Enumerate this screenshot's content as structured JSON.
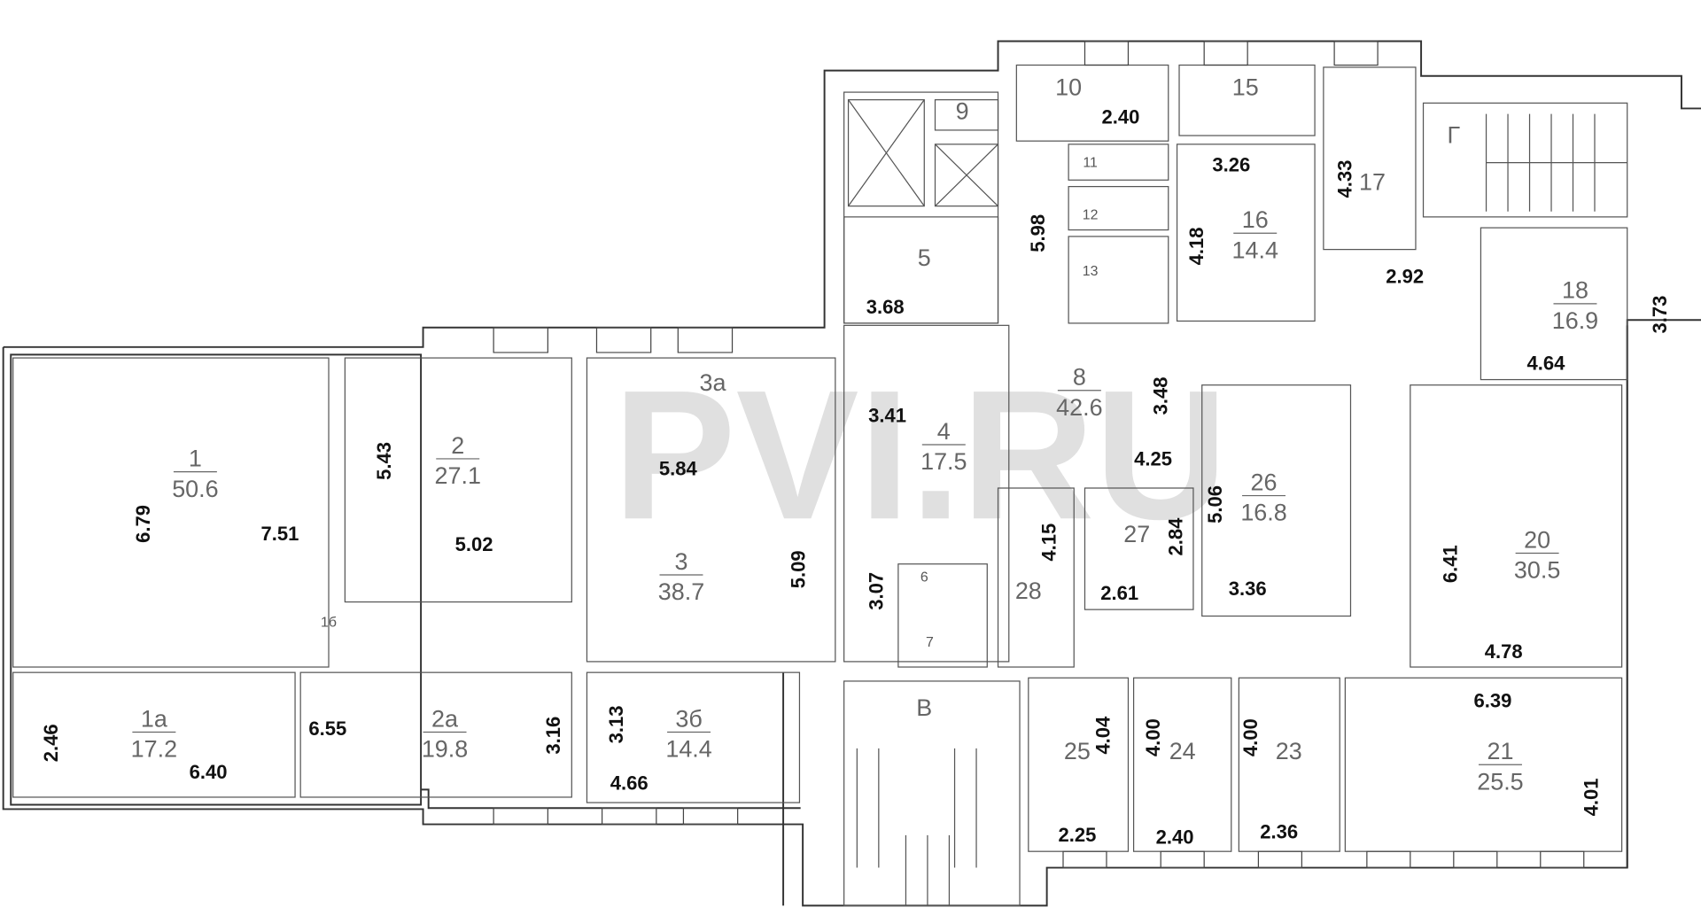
{
  "watermark": "PVI.RU",
  "rooms": [
    {
      "number": "1",
      "area": "50.6"
    },
    {
      "number": "1а",
      "area": "17.2"
    },
    {
      "number": "2",
      "area": "27.1"
    },
    {
      "number": "2а",
      "area": "19.8"
    },
    {
      "number": "3",
      "area": "38.7"
    },
    {
      "number": "3б",
      "area": "14.4"
    },
    {
      "number": "4",
      "area": "17.5"
    },
    {
      "number": "8",
      "area": "42.6"
    },
    {
      "number": "16",
      "area": "14.4"
    },
    {
      "number": "18",
      "area": "16.9"
    },
    {
      "number": "20",
      "area": "30.5"
    },
    {
      "number": "21",
      "area": "25.5"
    },
    {
      "number": "26",
      "area": "16.8"
    }
  ],
  "labels": [
    "3а",
    "5",
    "9",
    "10",
    "15",
    "17",
    "23",
    "24",
    "25",
    "27",
    "28",
    "В",
    "Г"
  ],
  "small_labels": [
    "1б",
    "6",
    "7",
    "11",
    "12",
    "13"
  ],
  "dimensions": [
    "6.79",
    "7.51",
    "5.43",
    "5.02",
    "5.84",
    "5.09",
    "2.46",
    "6.40",
    "6.55",
    "3.16",
    "3.13",
    "4.66",
    "3.41",
    "3.07",
    "4.15",
    "3.68",
    "5.98",
    "2.40",
    "3.26",
    "4.18",
    "4.33",
    "2.92",
    "3.73",
    "4.64",
    "3.48",
    "4.25",
    "5.06",
    "2.84",
    "2.61",
    "3.36",
    "6.41",
    "4.78",
    "6.39",
    "4.01",
    "4.04",
    "4.00",
    "4.00",
    "2.25",
    "2.40",
    "2.36"
  ]
}
